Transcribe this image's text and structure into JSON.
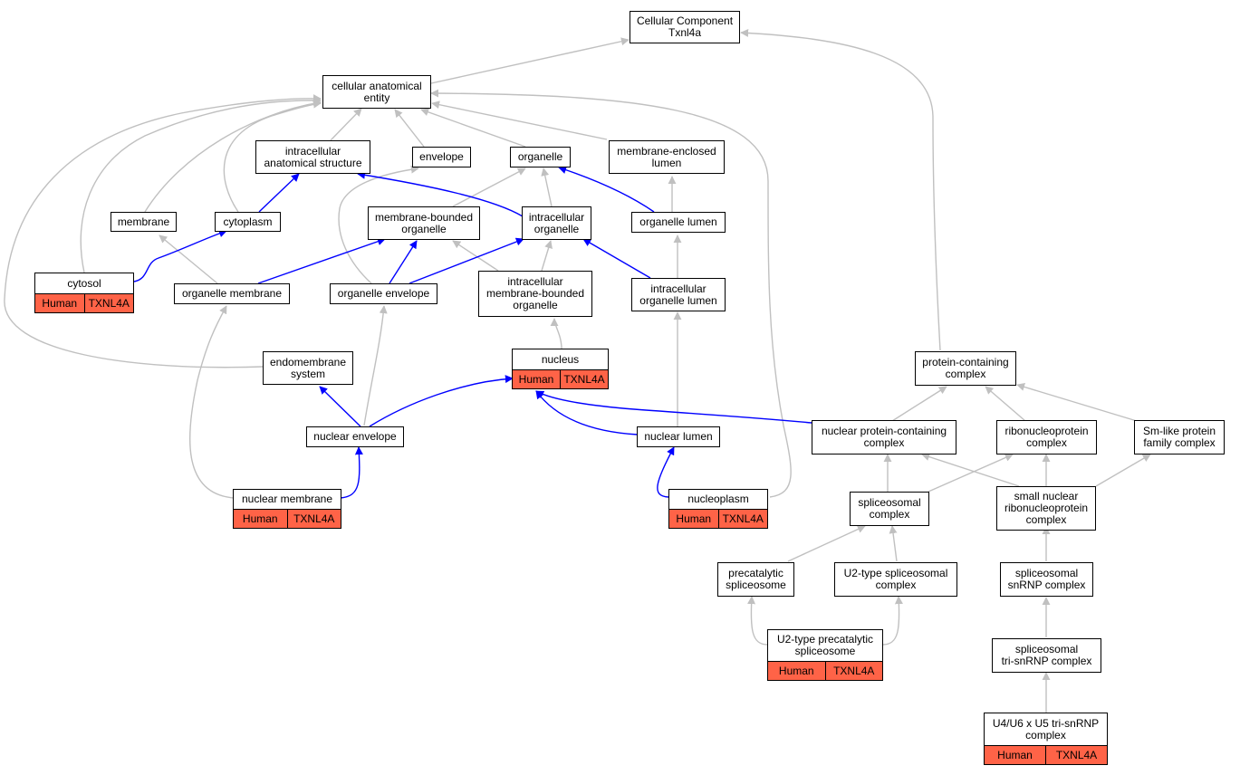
{
  "colors": {
    "gray_edge": "#c0c0c0",
    "blue_edge": "#0000ff",
    "annotation_fill": "#ff6347"
  },
  "nodes": {
    "root": {
      "label": "Cellular Component\nTxnl4a"
    },
    "cae": {
      "label": "cellular anatomical\nentity"
    },
    "ias": {
      "label": "intracellular\nanatomical structure"
    },
    "envelope": {
      "label": "envelope"
    },
    "organelle": {
      "label": "organelle"
    },
    "mel": {
      "label": "membrane-enclosed\nlumen"
    },
    "membrane": {
      "label": "membrane"
    },
    "cytoplasm": {
      "label": "cytoplasm"
    },
    "mbo": {
      "label": "membrane-bounded\norganelle"
    },
    "io": {
      "label": "intracellular\norganelle"
    },
    "ol": {
      "label": "organelle lumen"
    },
    "cytosol": {
      "label": "cytosol",
      "species": "Human",
      "gene": "TXNL4A"
    },
    "om": {
      "label": "organelle membrane"
    },
    "oe": {
      "label": "organelle envelope"
    },
    "imbo": {
      "label": "intracellular\nmembrane-bounded\norganelle"
    },
    "iol": {
      "label": "intracellular\norganelle lumen"
    },
    "nucleus": {
      "label": "nucleus",
      "species": "Human",
      "gene": "TXNL4A"
    },
    "es": {
      "label": "endomembrane\nsystem"
    },
    "ne": {
      "label": "nuclear envelope"
    },
    "nl": {
      "label": "nuclear lumen"
    },
    "nm": {
      "label": "nuclear membrane",
      "species": "Human",
      "gene": "TXNL4A"
    },
    "np": {
      "label": "nucleoplasm",
      "species": "Human",
      "gene": "TXNL4A"
    },
    "pcc": {
      "label": "protein-containing\ncomplex"
    },
    "npcc": {
      "label": "nuclear protein-containing\ncomplex"
    },
    "rnp": {
      "label": "ribonucleoprotein\ncomplex"
    },
    "sm": {
      "label": "Sm-like protein\nfamily complex"
    },
    "sc": {
      "label": "spliceosomal\ncomplex"
    },
    "snrnp": {
      "label": "small nuclear\nribonucleoprotein\ncomplex"
    },
    "pre": {
      "label": "precatalytic\nspliceosome"
    },
    "u2s": {
      "label": "U2-type spliceosomal\ncomplex"
    },
    "ssnrnp": {
      "label": "spliceosomal\nsnRNP complex"
    },
    "u2pre": {
      "label": "U2-type precatalytic\nspliceosome",
      "species": "Human",
      "gene": "TXNL4A"
    },
    "tri": {
      "label": "spliceosomal\ntri-snRNP complex"
    },
    "u4u6": {
      "label": "U4/U6 x U5 tri-snRNP\ncomplex",
      "species": "Human",
      "gene": "TXNL4A"
    }
  }
}
